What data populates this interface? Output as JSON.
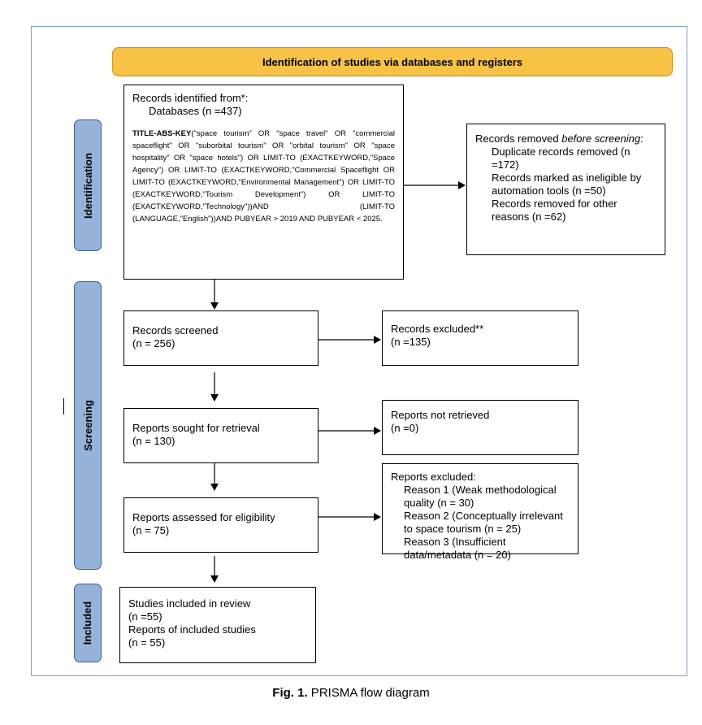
{
  "banner": "Identification of studies via databases and registers",
  "phases": {
    "identification": "Identification",
    "screening": "Screening",
    "included": "Included"
  },
  "identified": {
    "line1": "Records identified from*:",
    "line2": "Databases (n =437)",
    "query_key": "TITLE-ABS-KEY",
    "query_text": "(\"space tourism\" OR \"space travel\" OR \"commercial spaceflight\" OR \"suborbital tourism\" OR \"orbital tourism\" OR \"space hospitality\" OR \"space hotels\") OR LIMIT-TO (EXACTKEYWORD,\"Space Agency\") OR LIMIT-TO (EXACTKEYWORD,\"Commercial Spaceflight OR LIMIT-TO (EXACTKEYWORD,\"Environmental Management\") OR LIMIT-TO (EXACTKEYWORD,\"Tourism Development\") OR LIMIT-TO (EXACTKEYWORD,\"Technology\"))AND (LIMIT-TO (LANGUAGE,\"English\"))AND PUBYEAR > 2019 AND PUBYEAR < 2025."
  },
  "removed": {
    "title_a": "Records removed ",
    "title_b": "before screening",
    "title_c": ":",
    "line1": "Duplicate records removed (n =172)",
    "line2": "Records marked as ineligible by automation tools (n =50)",
    "line3": "Records removed for other reasons (n =62)"
  },
  "screened": {
    "line1": "Records screened",
    "line2": "(n = 256)"
  },
  "excluded": {
    "line1": "Records excluded**",
    "line2": "(n =135)"
  },
  "sought": {
    "line1": "Reports sought for retrieval",
    "line2": "(n = 130)"
  },
  "not_retrieved": {
    "line1": "Reports not retrieved",
    "line2": "(n =0)"
  },
  "assessed": {
    "line1": "Reports assessed for eligibility",
    "line2": "(n = 75)"
  },
  "reports_excluded": {
    "title": "Reports excluded:",
    "reason1": "Reason 1 (Weak methodological quality (n = 30)",
    "reason2": "Reason 2 (Conceptually irrelevant to space tourism (n = 25)",
    "reason3": "Reason 3 (Insufficient data/metadata (n = 20)"
  },
  "included": {
    "line1": "Studies included in review",
    "line2": "(n =55)",
    "line3": "Reports of included studies",
    "line4": "(n = 55)"
  },
  "caption": {
    "label": "Fig. 1.",
    "text": " PRISMA flow diagram"
  }
}
